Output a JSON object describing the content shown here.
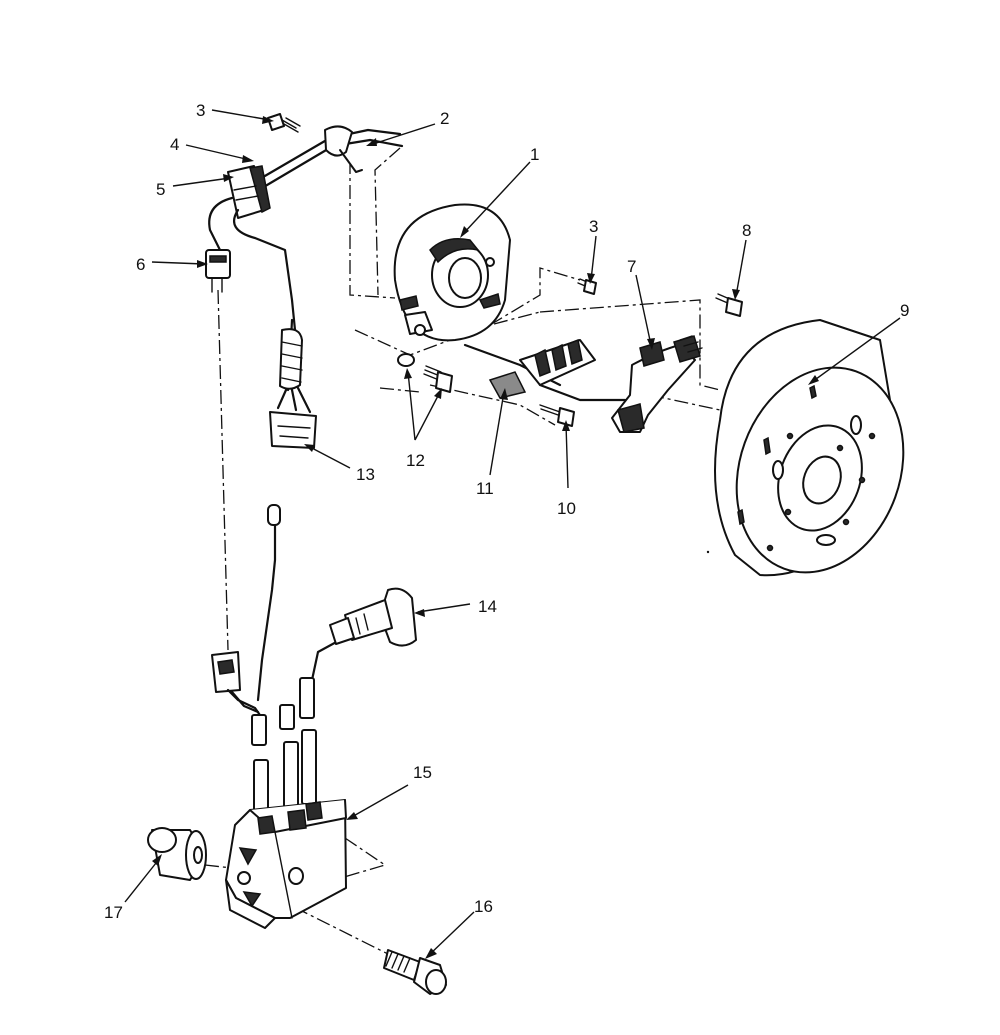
{
  "callouts": [
    {
      "id": "c1",
      "label": "1"
    },
    {
      "id": "c2",
      "label": "2"
    },
    {
      "id": "c3a",
      "label": "3"
    },
    {
      "id": "c3b",
      "label": "3"
    },
    {
      "id": "c4",
      "label": "4"
    },
    {
      "id": "c5",
      "label": "5"
    },
    {
      "id": "c6",
      "label": "6"
    },
    {
      "id": "c7",
      "label": "7"
    },
    {
      "id": "c8",
      "label": "8"
    },
    {
      "id": "c9",
      "label": "9"
    },
    {
      "id": "c10",
      "label": "10"
    },
    {
      "id": "c11",
      "label": "11"
    },
    {
      "id": "c12",
      "label": "12"
    },
    {
      "id": "c13",
      "label": "13"
    },
    {
      "id": "c14",
      "label": "14"
    },
    {
      "id": "c15",
      "label": "15"
    },
    {
      "id": "c16",
      "label": "16"
    },
    {
      "id": "c17",
      "label": "17"
    }
  ]
}
